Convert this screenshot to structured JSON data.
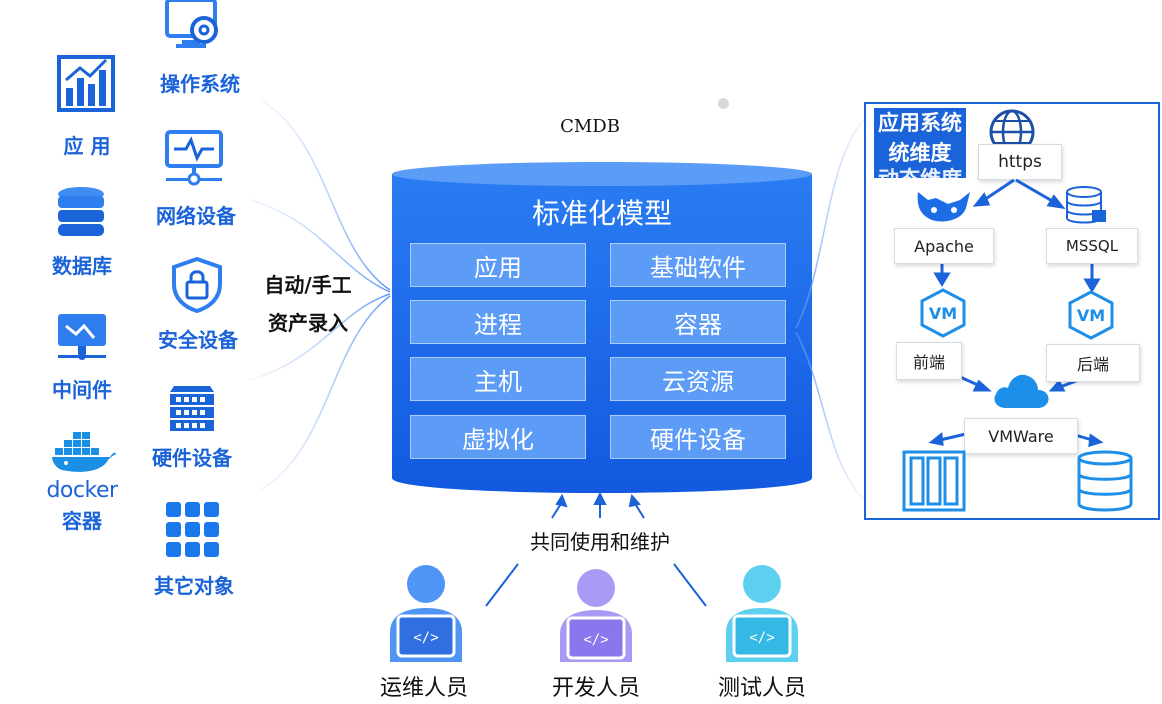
{
  "left_categories": {
    "col1": [
      "应 用",
      "数据库",
      "中间件",
      "容器"
    ],
    "col2": [
      "操作系统",
      "网络设备",
      "安全设备",
      "硬件设备",
      "其它对象"
    ],
    "docker_wordmark": "docker"
  },
  "input_label": {
    "line1": "自动/手工",
    "line2": "资产录入"
  },
  "cmdb": {
    "title": "CMDB",
    "model_title": "标准化模型",
    "cells": [
      "应用",
      "基础软件",
      "进程",
      "容器",
      "主机",
      "云资源",
      "虚拟化",
      "硬件设备"
    ]
  },
  "shared_label": "共同使用和维护",
  "people": [
    "运维人员",
    "开发人员",
    "测试人员"
  ],
  "app_panel": {
    "heading": [
      "应用系统",
      "统维度",
      "动态维度"
    ],
    "nodes": {
      "https": "https",
      "apache": "Apache",
      "mssql": "MSSQL",
      "frontend": "前端",
      "backend": "后端",
      "vmware": "VMWare"
    },
    "vm_badge": "VM"
  },
  "colors": {
    "primary": "#1b63d8",
    "cylinder": "#1766ea",
    "cell": "#5c9cf6",
    "person_blue": "#4f95f5",
    "person_purple": "#a79af4",
    "person_cyan": "#5dd0f0"
  }
}
